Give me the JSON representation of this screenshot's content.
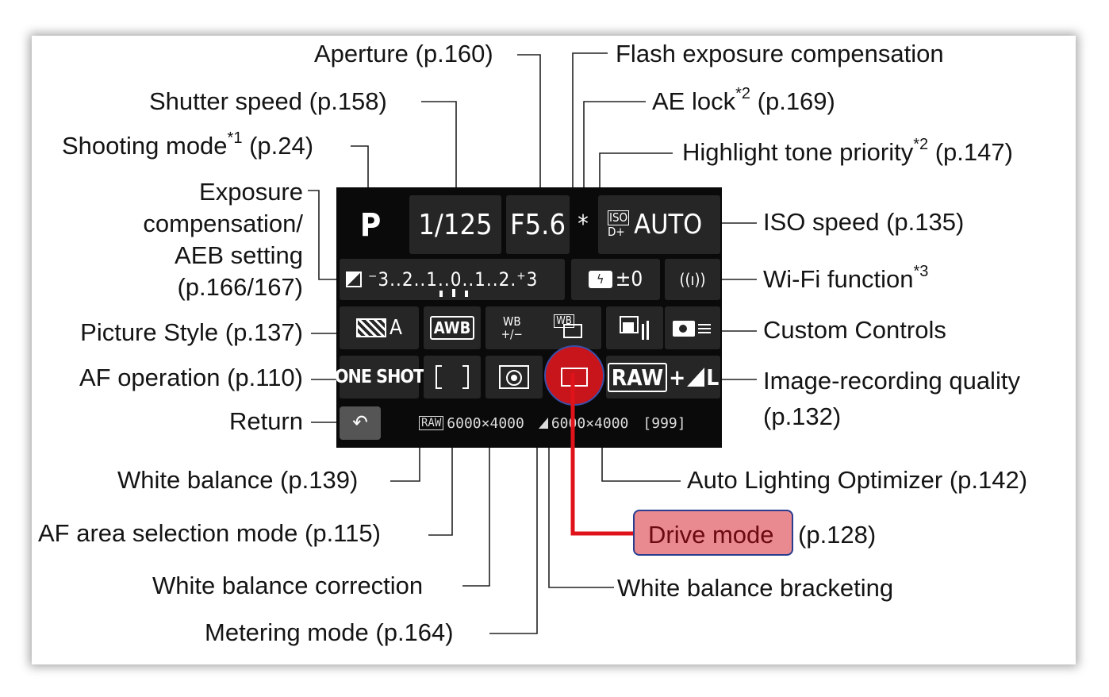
{
  "callouts": {
    "aperture": "Aperture (p.160)",
    "shutter_speed": "Shutter speed (p.158)",
    "shooting_mode": "Shooting mode",
    "shooting_mode_note": "*1",
    "shooting_mode_page": "(p.24)",
    "exposure_comp_1": "Exposure",
    "exposure_comp_2": "compensation/",
    "exposure_comp_3": "AEB setting",
    "exposure_comp_4": "(p.166/167)",
    "picture_style": "Picture Style (p.137)",
    "af_operation": "AF operation (p.110)",
    "return": "Return",
    "white_balance": "White balance (p.139)",
    "af_area": "AF area selection mode (p.115)",
    "wb_correction": "White balance correction",
    "metering_mode": "Metering mode (p.164)",
    "flash_comp": "Flash exposure compensation",
    "ae_lock": "AE lock",
    "ae_lock_note": "*2",
    "ae_lock_page": "(p.169)",
    "highlight_tone": "Highlight tone priority",
    "highlight_tone_note": "*2",
    "highlight_tone_page": "(p.147)",
    "iso_speed": "ISO speed (p.135)",
    "wifi": "Wi-Fi function",
    "wifi_note": "*3",
    "custom_controls": "Custom Controls",
    "image_quality_1": "Image-recording quality",
    "image_quality_2": "(p.132)",
    "auto_lighting": "Auto Lighting Optimizer (p.142)",
    "drive_mode": "Drive mode",
    "drive_mode_page": "(p.128)",
    "wb_bracketing": "White balance bracketing"
  },
  "screen": {
    "mode": "P",
    "shutter": "1/125",
    "aperture": "F5.6",
    "ae_lock_symbol": "*",
    "iso_top": "ISO",
    "iso_bottom": "D+",
    "iso_value": "AUTO",
    "exposure_scale": "⁻3..2..1..0..1..2.⁺3",
    "flash_comp_value": "±0",
    "wifi_symbol": "((ı))",
    "picture_style": "A",
    "awb": "AWB",
    "wb_shift_top": "WB",
    "wb_shift_bottom": "+/−",
    "wb_bkt": "WB",
    "af_operation": "ONE SHOT",
    "quality_raw": "RAW",
    "quality_plus": "+",
    "quality_l": "L",
    "status_raw": "RAW",
    "status_raw_size": "6000×4000",
    "status_jpeg_size": "6000×4000",
    "status_shots": "[999]"
  },
  "colors": {
    "highlight_red": "#e0131a",
    "highlight_fill": "#e88a8f",
    "highlight_border": "#2a3d8f"
  }
}
